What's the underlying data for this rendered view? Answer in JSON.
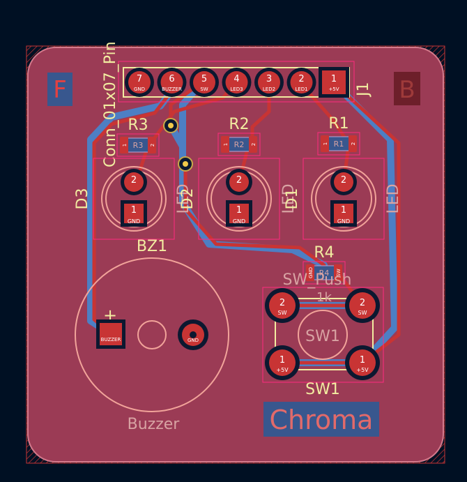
{
  "layers": {
    "front_marker": "F",
    "back_marker": "B"
  },
  "colors": {
    "background": "#001023",
    "board_fill": "#9b3b55",
    "front_copper": "#c83434",
    "back_copper": "#4d7fc4",
    "silkscreen": "#f2eda1",
    "courtyard": "#ff2b7f",
    "pad": "#c83434"
  },
  "connector": {
    "ref": "J1",
    "value": "Conn_01x07_Pin",
    "pins": [
      {
        "num": "7",
        "net": "GND"
      },
      {
        "num": "6",
        "net": "BUZZER"
      },
      {
        "num": "5",
        "net": "SW"
      },
      {
        "num": "4",
        "net": "LED3"
      },
      {
        "num": "3",
        "net": "LED2"
      },
      {
        "num": "2",
        "net": "LED1"
      },
      {
        "num": "1",
        "net": "+5V"
      }
    ]
  },
  "resistors": [
    {
      "ref": "R3",
      "fab": "R3",
      "pad1": "1",
      "pad2": "2",
      "net": "LED3"
    },
    {
      "ref": "R2",
      "fab": "R2",
      "pad1": "1",
      "pad2": "2",
      "net": "LED2"
    },
    {
      "ref": "R1",
      "fab": "R1",
      "pad1": "1",
      "pad2": "2",
      "net": "LED1"
    },
    {
      "ref": "R4",
      "fab": "R4",
      "pad1": "GND",
      "pad2": "SW",
      "net": "SW",
      "value": "1k"
    }
  ],
  "leds": [
    {
      "ref": "D3",
      "silk": "LED",
      "pad2": "2",
      "pad1": "1",
      "net1": "GND"
    },
    {
      "ref": "D2",
      "silk": "LED",
      "pad2": "2",
      "pad1": "1",
      "net1": "GND"
    },
    {
      "ref": "D1",
      "silk": "LED",
      "pad2": "2",
      "pad1": "1",
      "net1": "GND"
    }
  ],
  "buzzer": {
    "ref": "BZ1",
    "value": "Buzzer",
    "plus": "+",
    "pin1_net": "BUZZER",
    "pin2_net": "GND"
  },
  "switch": {
    "ref": "SW1",
    "value": "SW_Push",
    "pads": [
      {
        "num": "2",
        "net": "SW"
      },
      {
        "num": "2",
        "net": "SW"
      },
      {
        "num": "1",
        "net": "+5V"
      },
      {
        "num": "1",
        "net": "+5V"
      }
    ]
  },
  "board_text": "Chroma"
}
